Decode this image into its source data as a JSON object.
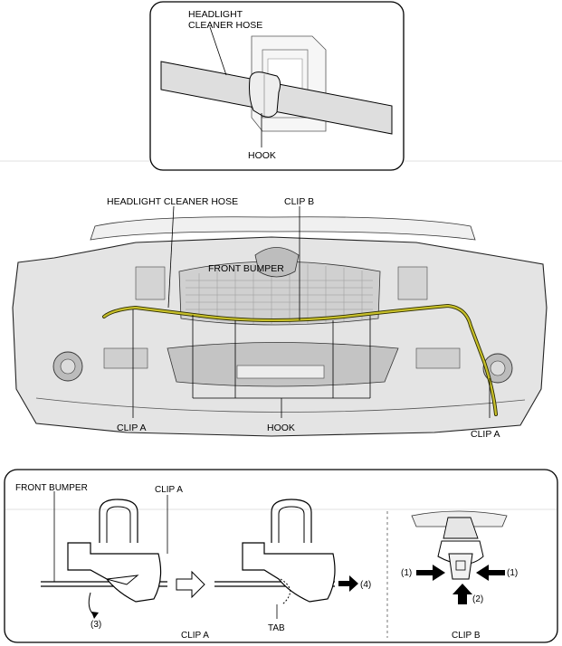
{
  "top_panel": {
    "hose_label_line1": "HEADLIGHT",
    "hose_label_line2": "CLEANER HOSE",
    "hook_label": "HOOK"
  },
  "main_panel": {
    "hose_label": "HEADLIGHT CLEANER HOSE",
    "clip_b_label": "CLIP B",
    "bumper_label": "FRONT BUMPER",
    "clip_a_left_label": "CLIP A",
    "hook_label": "HOOK",
    "clip_a_right_label": "CLIP A"
  },
  "bottom_panel": {
    "bumper_label": "FRONT BUMPER",
    "clip_a_label": "CLIP A",
    "step_3": "(3)",
    "step_4": "(4)",
    "tab_label": "TAB",
    "clip_a_caption": "CLIP A",
    "step_1_left": "(1)",
    "step_1_right": "(1)",
    "step_2": "(2)",
    "clip_b_caption": "CLIP B"
  },
  "colors": {
    "hose": "#c8c02a",
    "outline": "#000000",
    "bumper_fill": "#e4e4e4"
  }
}
